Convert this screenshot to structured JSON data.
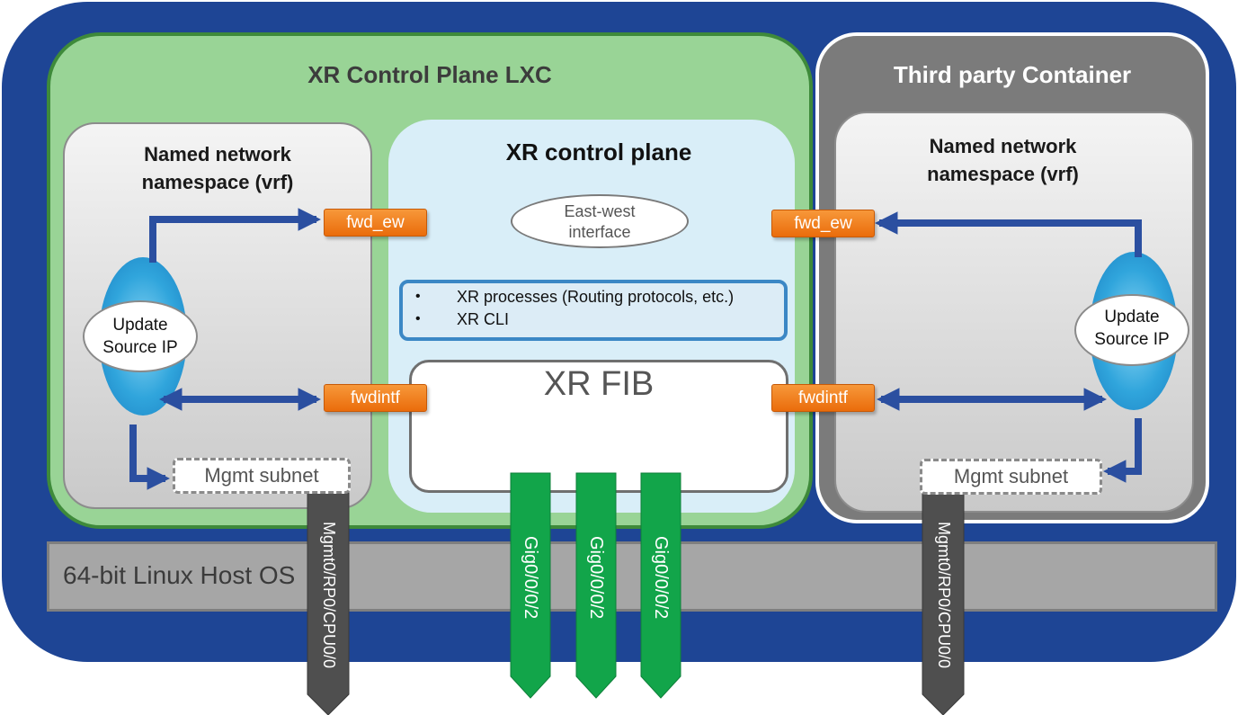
{
  "diagram": {
    "host_os": "64-bit Linux Host OS",
    "xr_lxc": {
      "title": "XR Control Plane LXC",
      "namespace": {
        "line1": "Named network",
        "line2": "namespace (vrf)"
      },
      "fwd_ew": "fwd_ew",
      "fwdintf": "fwdintf",
      "update": {
        "line1": "Update",
        "line2": "Source IP"
      },
      "mgmt_subnet": "Mgmt subnet",
      "mgmt_port": "Mgmt0/RP0/CPU0/0"
    },
    "control_plane": {
      "title": "XR control plane",
      "east_west": {
        "line1": "East-west",
        "line2": "interface"
      },
      "processes": [
        {
          "bullet": "•",
          "text": "XR processes (Routing protocols, etc.)"
        },
        {
          "bullet": "•",
          "text": "XR CLI"
        }
      ],
      "fib": "XR FIB",
      "ports": [
        "Gig0/0/0/2",
        "Gig0/0/0/2",
        "Gig0/0/0/2"
      ]
    },
    "third_party": {
      "title": "Third party Container",
      "namespace": {
        "line1": "Named network",
        "line2": "namespace (vrf)"
      },
      "fwd_ew": "fwd_ew",
      "fwdintf": "fwdintf",
      "update": {
        "line1": "Update",
        "line2": "Source IP"
      },
      "mgmt_subnet": "Mgmt subnet",
      "mgmt_port": "Mgmt0/RP0/CPU0/0"
    }
  },
  "colors": {
    "outer": "#1e4595",
    "lxc": "#99d496",
    "third_party": "#7b7b7b",
    "control_plane": "#d9eef8",
    "interface_badge": "#f28a22",
    "port_green": "#12a54a",
    "port_gray": "#4f4f4f",
    "arrow_blue": "#2b4fa0"
  }
}
